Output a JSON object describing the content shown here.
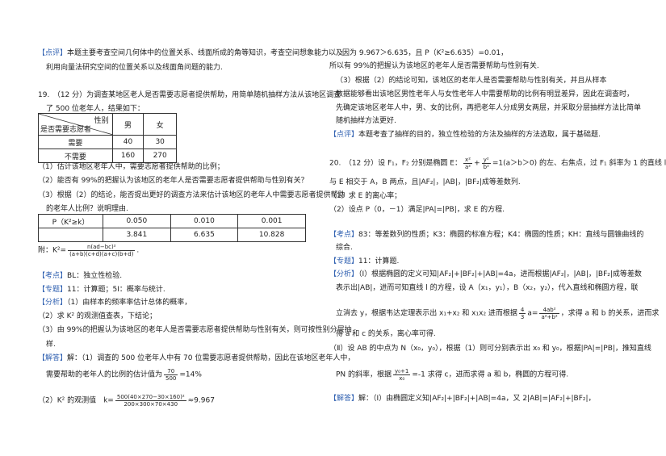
{
  "left": {
    "review_tag": "【点评】",
    "review_line1": "本题主要考查空间几何体中的位置关系、线面所成的角等知识，考查空间想象能力以及",
    "review_line2": "利用向量法研究空间的位置关系以及线面角问题的能力.",
    "q19_line1": "19.　（12 分）为调查某地区老人是否需要志愿者提供帮助，用简单随机抽样方法从该地区调查",
    "q19_line2": "了 500 位老年人，结果如下：",
    "table1": {
      "header_sex": "性别",
      "header_need": "是否需要志愿者",
      "col_male": "男",
      "col_female": "女",
      "rows": [
        {
          "label": "需要",
          "male": "40",
          "female": "30"
        },
        {
          "label": "不需要",
          "male": "160",
          "female": "270"
        }
      ]
    },
    "q19_sub1": "（1）估计该地区老年人中，需要志愿者提供帮助的比例；",
    "q19_sub2": "（2）能否有 99%的把握认为该地区的老年人是否需要志愿者提供帮助与性别有关？",
    "q19_sub3_a": "（3）根据（2）的结论，能否提出更好的调查方法来估计该地区的老年人中需要志愿者提供帮助",
    "q19_sub3_b": "的老年人比例？说明理由.",
    "table2": {
      "row1_label": "P（K²≥k）",
      "row1_values": [
        "0.050",
        "0.010",
        "0.001"
      ],
      "row2_values": [
        "3.841",
        "6.635",
        "10.828"
      ]
    },
    "formula_prefix": "附：K²=",
    "formula_num": "n(ad−bc)²",
    "formula_den": "(a+b)(c+d)(a+c)(b+d)",
    "kaodian_tag": "【考点】",
    "kaodian_text": "BL：独立性检验.",
    "zhuanti_tag": "【专题】",
    "zhuanti_text": "11：计算题；5I：概率与统计.",
    "fenxi_tag": "【分析】",
    "fenxi_1": "（1）由样本的频率率估计总体的概率，",
    "fenxi_2": "（2）求 K² 的观测值查表，下结论；",
    "fenxi_3a": "（3）由 99%的把握认为该地区的老年人是否需要志愿者提供帮助与性别有关，则可按性别分层抽",
    "fenxi_3b": "样.",
    "jieda_tag": "【解答】",
    "jieda_1": "解：（1）调查的 500 位老年人中有 70 位需要志愿者提供帮助，因此在该地区老年人中，",
    "jieda_2_pre": "需要帮助的老年人的比例的估计值为",
    "jieda_2_num": "70",
    "jieda_2_den": "500",
    "jieda_2_post": "=14%",
    "jieda_3_pre": "（2）K² 的观测值　k=",
    "jieda_3_num": "500(40×270−30×160)²",
    "jieda_3_den": "200×300×70×430",
    "jieda_3_post": "≈9.967"
  },
  "right": {
    "r_line1": "因为 9.967＞6.635，且 P（K²≥6.635）=0.01，",
    "r_line2": "所以有 99%的把握认为该地区的老年人是否需要帮助与性别有关.",
    "r_line3": "（3）根据（2）的结论可知，该地区的老年人是否需要帮助与性别有关，并且从样本",
    "r_line4": "数据能够看出该地区男性老年人与女性老年人中需要帮助的比例有明显差异，因此在调查时，",
    "r_line5": "先确定该地区老年人中，男、女的比例，再把老年人分成男女两层，并采取分层抽样方法比简单",
    "r_line6": "随机抽样方法更好.",
    "dianping_tag": "【点评】",
    "dianping_text": "本题考查了抽样的目的，独立性检验的方法及抽样的方法选取，属于基础题.",
    "q20_pre": "20.　（12 分）设 F₁，F₂ 分别是椭圆 E：",
    "q20_eq_num1": "x²",
    "q20_eq_den1": "a²",
    "q20_eq_num2": "y²",
    "q20_eq_den2": "b²",
    "q20_post": "=1(a＞b＞0) 的左、右焦点，过 F₁ 斜率为 1 的直线 l",
    "q20_line2": "与 E 相交于 A，B 两点，且|AF₂|，|AB|，|BF₂|成等差数列.",
    "q20_sub1": "（1）求 E 的离心率；",
    "q20_sub2": "（2）设点 P（0，－1）满足|PA|=|PB|，求 E 的方程.",
    "kaodian_tag": "【考点】",
    "kaodian_1": "83：等差数列的性质；K3：椭圆的标准方程；K4：椭圆的性质；KH：直线与圆锥曲线的",
    "kaodian_2": "综合.",
    "zhuanti_tag": "【专题】",
    "zhuanti_text": "11：计算题.",
    "fenxi_tag": "【分析】",
    "fenxi_1": "（Ⅰ）根据椭圆的定义可知|AF₂|+|BF₂|+|AB|=4a，进而根据|AF₂|，|AB|，|BF₂|成等差数",
    "fenxi_2": "表示出|AB|，进而可知直线 l 的方程，设 A（x₁，y₁），B（x₂，y₂），代入直线和椭圆方程，联",
    "fenxi_3_pre": "立消去 y，根据韦达定理表示出 x₁+x₂ 和 x₁x₂ 进而根据",
    "fenxi_3_f1num": "4",
    "fenxi_3_f1den": "3",
    "fenxi_3_mid": "a=",
    "fenxi_3_f2num": "4ab²",
    "fenxi_3_f2den": "a²+b²",
    "fenxi_3_post": "，求得 a 和 b 的关系，进而求",
    "fenxi_4": "得 a 和 c 的关系，离心率可得.",
    "fenxi_5": "（Ⅱ）设 AB 的中点为 N（x₀，y₀），根据（1）则可分别表示出 x₀ 和 y₀，根据|PA|=|PB|，推知直线",
    "fenxi_6_pre": "PN 的斜率，根据",
    "fenxi_6_num": "y₀+1",
    "fenxi_6_den": "x₀",
    "fenxi_6_post": "=-1 求得 c，进而求得 a 和 b，椭圆的方程可得.",
    "jieda_tag": "【解答】",
    "jieda_1": "解：（Ⅰ）由椭圆定义知|AF₂|+|BF₂|+|AB|=4a，又 2|AB|=|AF₂|+|BF₂|，"
  }
}
